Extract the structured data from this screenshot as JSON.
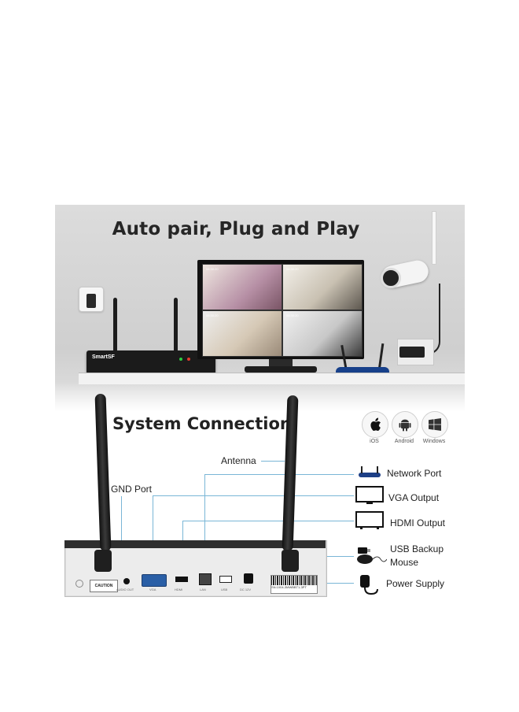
{
  "top_scene": {
    "headline": "Auto pair, Plug and Play",
    "nvr_brand": "SmartSF",
    "monitor_timestamps": [
      "08:30:20",
      "08:30:20",
      "08:30:20",
      "08:30:20"
    ]
  },
  "system": {
    "title": "System Connection",
    "os_support": [
      {
        "icon": "apple-icon",
        "label": "iOS"
      },
      {
        "icon": "android-icon",
        "label": "Android"
      },
      {
        "icon": "windows-icon",
        "label": "Windows"
      }
    ],
    "left_labels": {
      "antenna": "Antenna",
      "gnd_port": "GND Port"
    },
    "right_labels": {
      "network_port": "Network Port",
      "vga_output": "VGA Output",
      "hdmi_output": "HDMI Output",
      "usb_backup": "USB Backup",
      "mouse": "Mouse",
      "power_supply": "Power Supply"
    },
    "nvr_labels": {
      "caution": "CAUTION",
      "audio_out": "AUDIO OUT",
      "vga": "VGA",
      "hdmi": "HDMI",
      "lan": "LAN",
      "usb": "USB",
      "dc": "DC 12V",
      "serial": "SN:1004-3MWBBT1-3PT"
    }
  },
  "colors": {
    "connector_line": "#7ab6d6",
    "router_blue": "#17408a",
    "led_green": "#2ecc40",
    "led_red": "#e33b2e"
  }
}
